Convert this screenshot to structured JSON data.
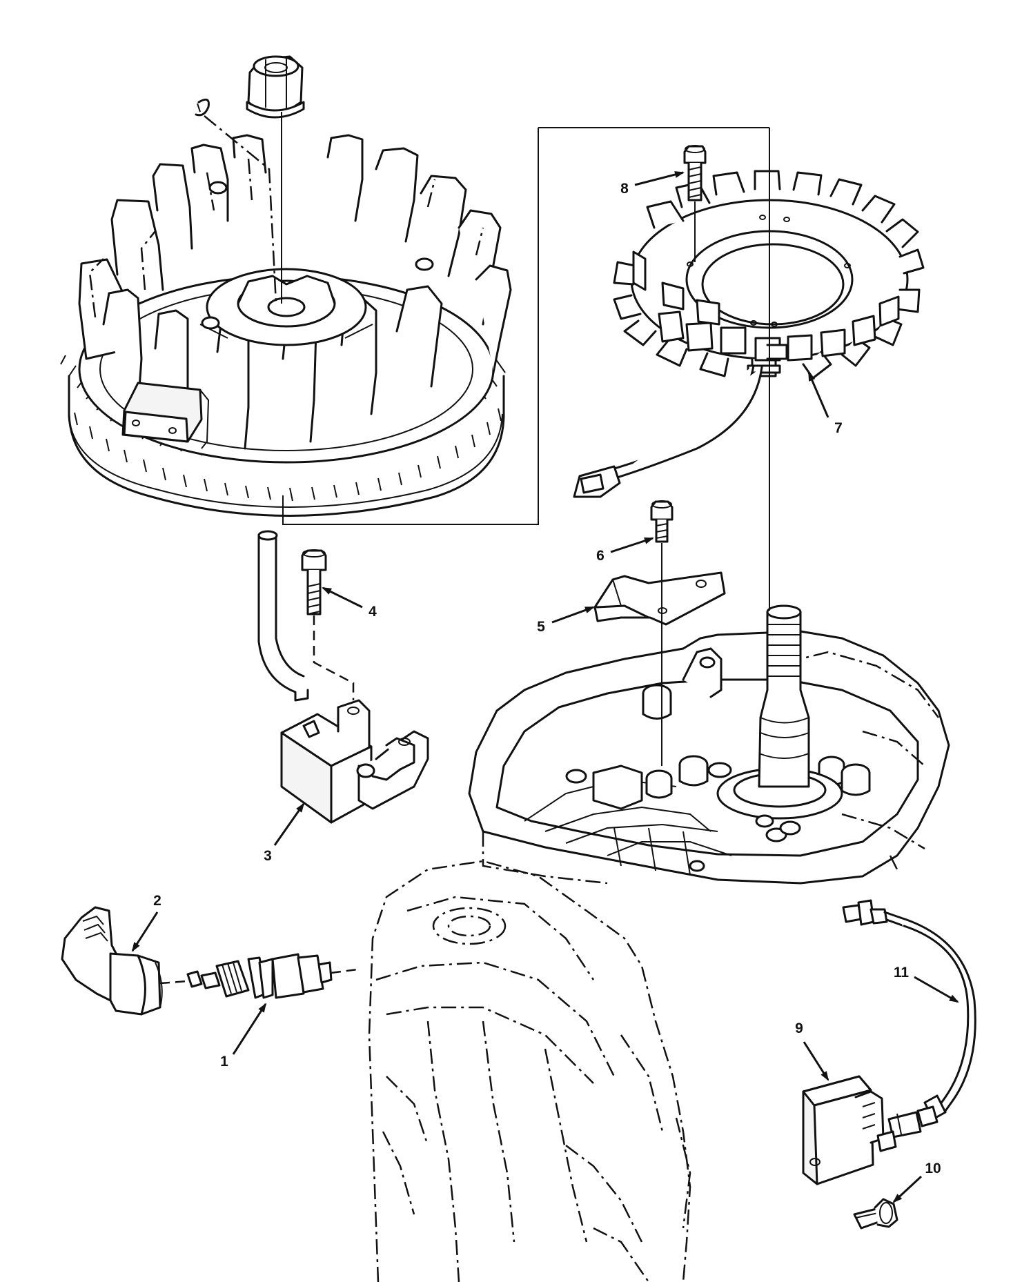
{
  "callouts": [
    {
      "id": "1",
      "label": "1"
    },
    {
      "id": "2",
      "label": "2"
    },
    {
      "id": "3",
      "label": "3"
    },
    {
      "id": "4",
      "label": "4"
    },
    {
      "id": "5",
      "label": "5"
    },
    {
      "id": "6",
      "label": "6"
    },
    {
      "id": "7",
      "label": "7"
    },
    {
      "id": "8",
      "label": "8"
    },
    {
      "id": "9",
      "label": "9"
    },
    {
      "id": "10",
      "label": "10"
    },
    {
      "id": "11",
      "label": "11"
    }
  ],
  "colors": {
    "ink": "#111111",
    "paper": "#ffffff"
  }
}
